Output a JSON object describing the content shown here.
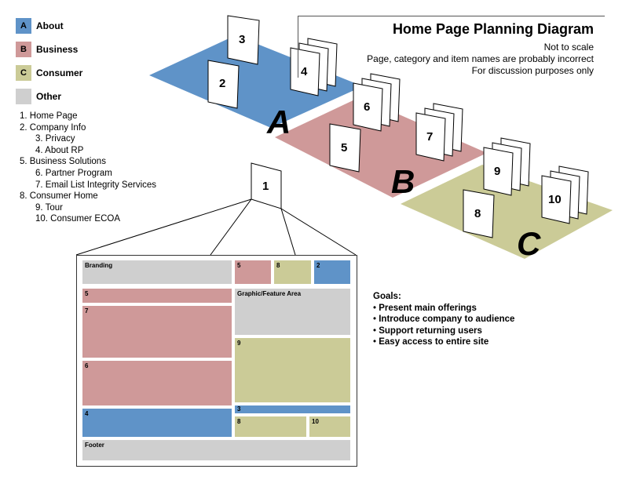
{
  "title": "Home Page Planning Diagram",
  "notes": [
    "Not to scale",
    "Page, category and item names are probably incorrect",
    "For discussion purposes only"
  ],
  "legend": [
    {
      "key": "A",
      "label": "About",
      "color": "#5f93c8"
    },
    {
      "key": "B",
      "label": "Business",
      "color": "#cf9999"
    },
    {
      "key": "C",
      "label": "Consumer",
      "color": "#cbcb97"
    },
    {
      "key": "",
      "label": "Other",
      "color": "#cfcfcf"
    }
  ],
  "pages": [
    {
      "text": "1. Home Page",
      "sub": false
    },
    {
      "text": "2. Company Info",
      "sub": false
    },
    {
      "text": "3. Privacy",
      "sub": true
    },
    {
      "text": "4. About RP",
      "sub": true
    },
    {
      "text": "5. Business Solutions",
      "sub": false
    },
    {
      "text": "6. Partner Program",
      "sub": true
    },
    {
      "text": "7. Email List Integrity Services",
      "sub": true
    },
    {
      "text": "8. Consumer Home",
      "sub": false
    },
    {
      "text": "9. Tour",
      "sub": true
    },
    {
      "text": "10. Consumer ECOA",
      "sub": true
    }
  ],
  "planes": [
    {
      "letter": "A",
      "color": "#5f93c8",
      "page_labels": [
        "3",
        "2",
        "4"
      ]
    },
    {
      "letter": "B",
      "color": "#cf9999",
      "page_labels": [
        "6",
        "5",
        "7"
      ]
    },
    {
      "letter": "C",
      "color": "#cbcb97",
      "page_labels": [
        "9",
        "8",
        "10"
      ]
    }
  ],
  "home_page_label": "1",
  "wireframe": {
    "branding": "Branding",
    "top_5": "5",
    "top_8": "8",
    "top_2": "2",
    "row_5": "5",
    "row_7": "7",
    "row_6": "6",
    "row_4": "4",
    "feature": "Graphic/Feature Area",
    "row_9": "9",
    "row_3": "3",
    "row_8": "8",
    "row_10": "10",
    "footer": "Footer"
  },
  "goals": {
    "heading": "Goals:",
    "items": [
      "Present main offerings",
      "Introduce company to audience",
      "Support returning users",
      "Easy access to entire site"
    ]
  }
}
